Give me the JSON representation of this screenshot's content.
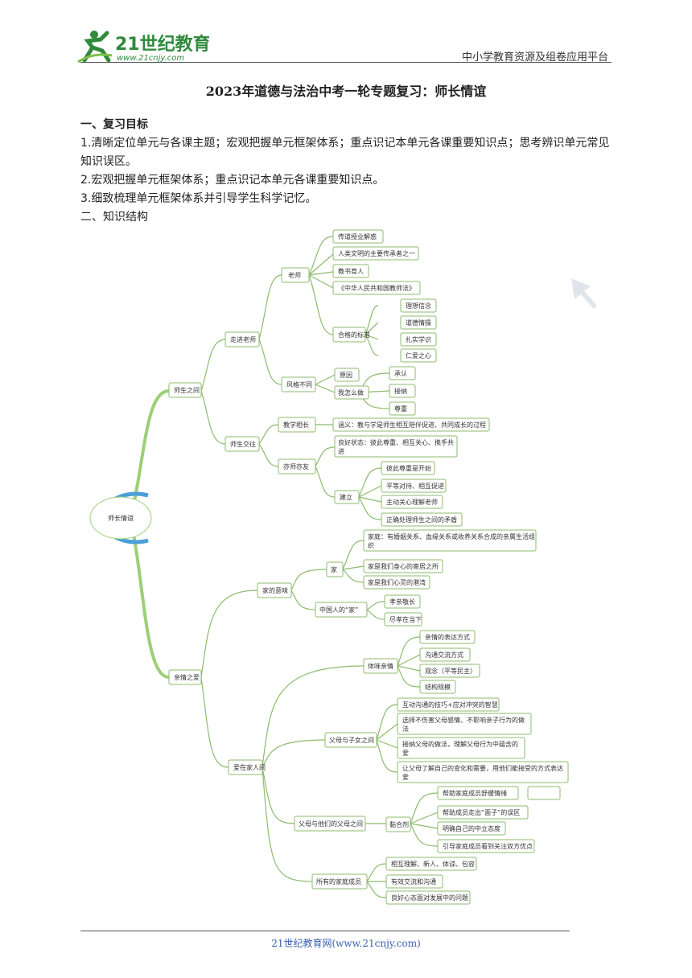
{
  "header": {
    "logo_text": "21世纪教育",
    "logo_url_text": "www.21cnjy.com",
    "platform_text": "中小学教育资源及组卷应用平台"
  },
  "title": "2023年道德与法治中考一轮专题复习：师长情谊",
  "sections": {
    "goals_heading": "一、复习目标",
    "goal1": "1.清晰定位单元与各课主题；宏观把握单元框架体系；重点识记本单元各课重要知识点；思考辨识单元常见知识误区。",
    "goal2": "2.宏观把握单元框架体系；重点识记本单元各课重要知识点。",
    "goal3": "3.细致梳理单元框架体系并引导学生科学记忆。",
    "structure_heading": "二、知识结构"
  },
  "mindmap": {
    "root": "师长情谊",
    "n1": "师生之间",
    "n1a": "走进老师",
    "n1a1": "老师",
    "n1a1a": "传道授业解惑",
    "n1a1b": "人类文明的主要传承者之一",
    "n1a1c": "教书育人",
    "n1a1d": "《中华人民共和国教师法》",
    "n1a1e": "合格的标准",
    "n1a1e1": "理想信念",
    "n1a1e2": "道德情操",
    "n1a1e3": "扎实学识",
    "n1a1e4": "仁爱之心",
    "n1a2": "风格不同",
    "n1a2a": "原因",
    "n1a2b": "我怎么做",
    "n1a2b1": "承认",
    "n1a2b2": "接纳",
    "n1a2b3": "尊重",
    "n1b": "师生交往",
    "n1b1": "教学相长",
    "n1b1a": "涵义：教与学是师生相互陪伴促进、共同成长的过程",
    "n1b2": "亦师亦友",
    "n1b2a_l1": "良好状态：彼此尊重、相互关心、携手共",
    "n1b2a_l2": "进",
    "n1b2b": "建立",
    "n1b2b1": "彼此尊重是开始",
    "n1b2b2": "平等对待、相互促进",
    "n1b2b3": "主动关心理解老师",
    "n1b2b4": "正确处理师生之间的矛盾",
    "n2": "亲情之爱",
    "n2a": "家的意味",
    "n2a1": "家",
    "n2a1a_l1": "家庭：有婚姻关系、血缘关系或收养关系合成的亲属生活组",
    "n2a1a_l2": "织",
    "n2a1b": "家是我们身心的寄居之所",
    "n2a1c": "家是我们心灵的港湾",
    "n2a2": "中国人的“家”",
    "n2a2a": "孝亲敬长",
    "n2a2b": "尽孝在当下",
    "n2b": "爱在家人间",
    "n2b1": "体味亲情",
    "n2b1a": "亲情的表达方式",
    "n2b1b": "沟通交流方式",
    "n2b1c": "观念（平等民主）",
    "n2b1d": "结构规模",
    "n2b2": "父母与子女之间",
    "n2b2a": "互动沟通的技巧+应对冲突的智慧",
    "n2b2b_l1": "选择不伤害父母感情、不影响亲子行为的做",
    "n2b2b_l2": "法",
    "n2b2c_l1": "接纳父母的做法，理解父母行为中蕴含的",
    "n2b2c_l2": "爱",
    "n2b2d_l1": "让父母了解自己的变化和需要，用他们能接受的方式表达",
    "n2b2d_l2": "爱",
    "n2b3": "父母与他们的父母之间",
    "n2b3a": "黏合剂",
    "n2b3a1": "帮助家庭成员舒缓情绪",
    "n2b3a2": "帮助成员走出“面子”的误区",
    "n2b3a3": "明确自己的中立态度",
    "n2b3a4": "引导家庭成员看到关注双方优点",
    "n2b4": "所有的家庭成员",
    "n2b4a": "相互理解、新人、体谅、包容",
    "n2b4b": "有效交流和沟通",
    "n2b4c": "良好心态面对发展中的问题"
  },
  "footer": {
    "text": "21世纪教育网(www.21cnjy.com)"
  },
  "colors": {
    "branch": "#8dbb6d",
    "root_ring": "#4a9fd8",
    "footer_link": "#3a62b0"
  }
}
